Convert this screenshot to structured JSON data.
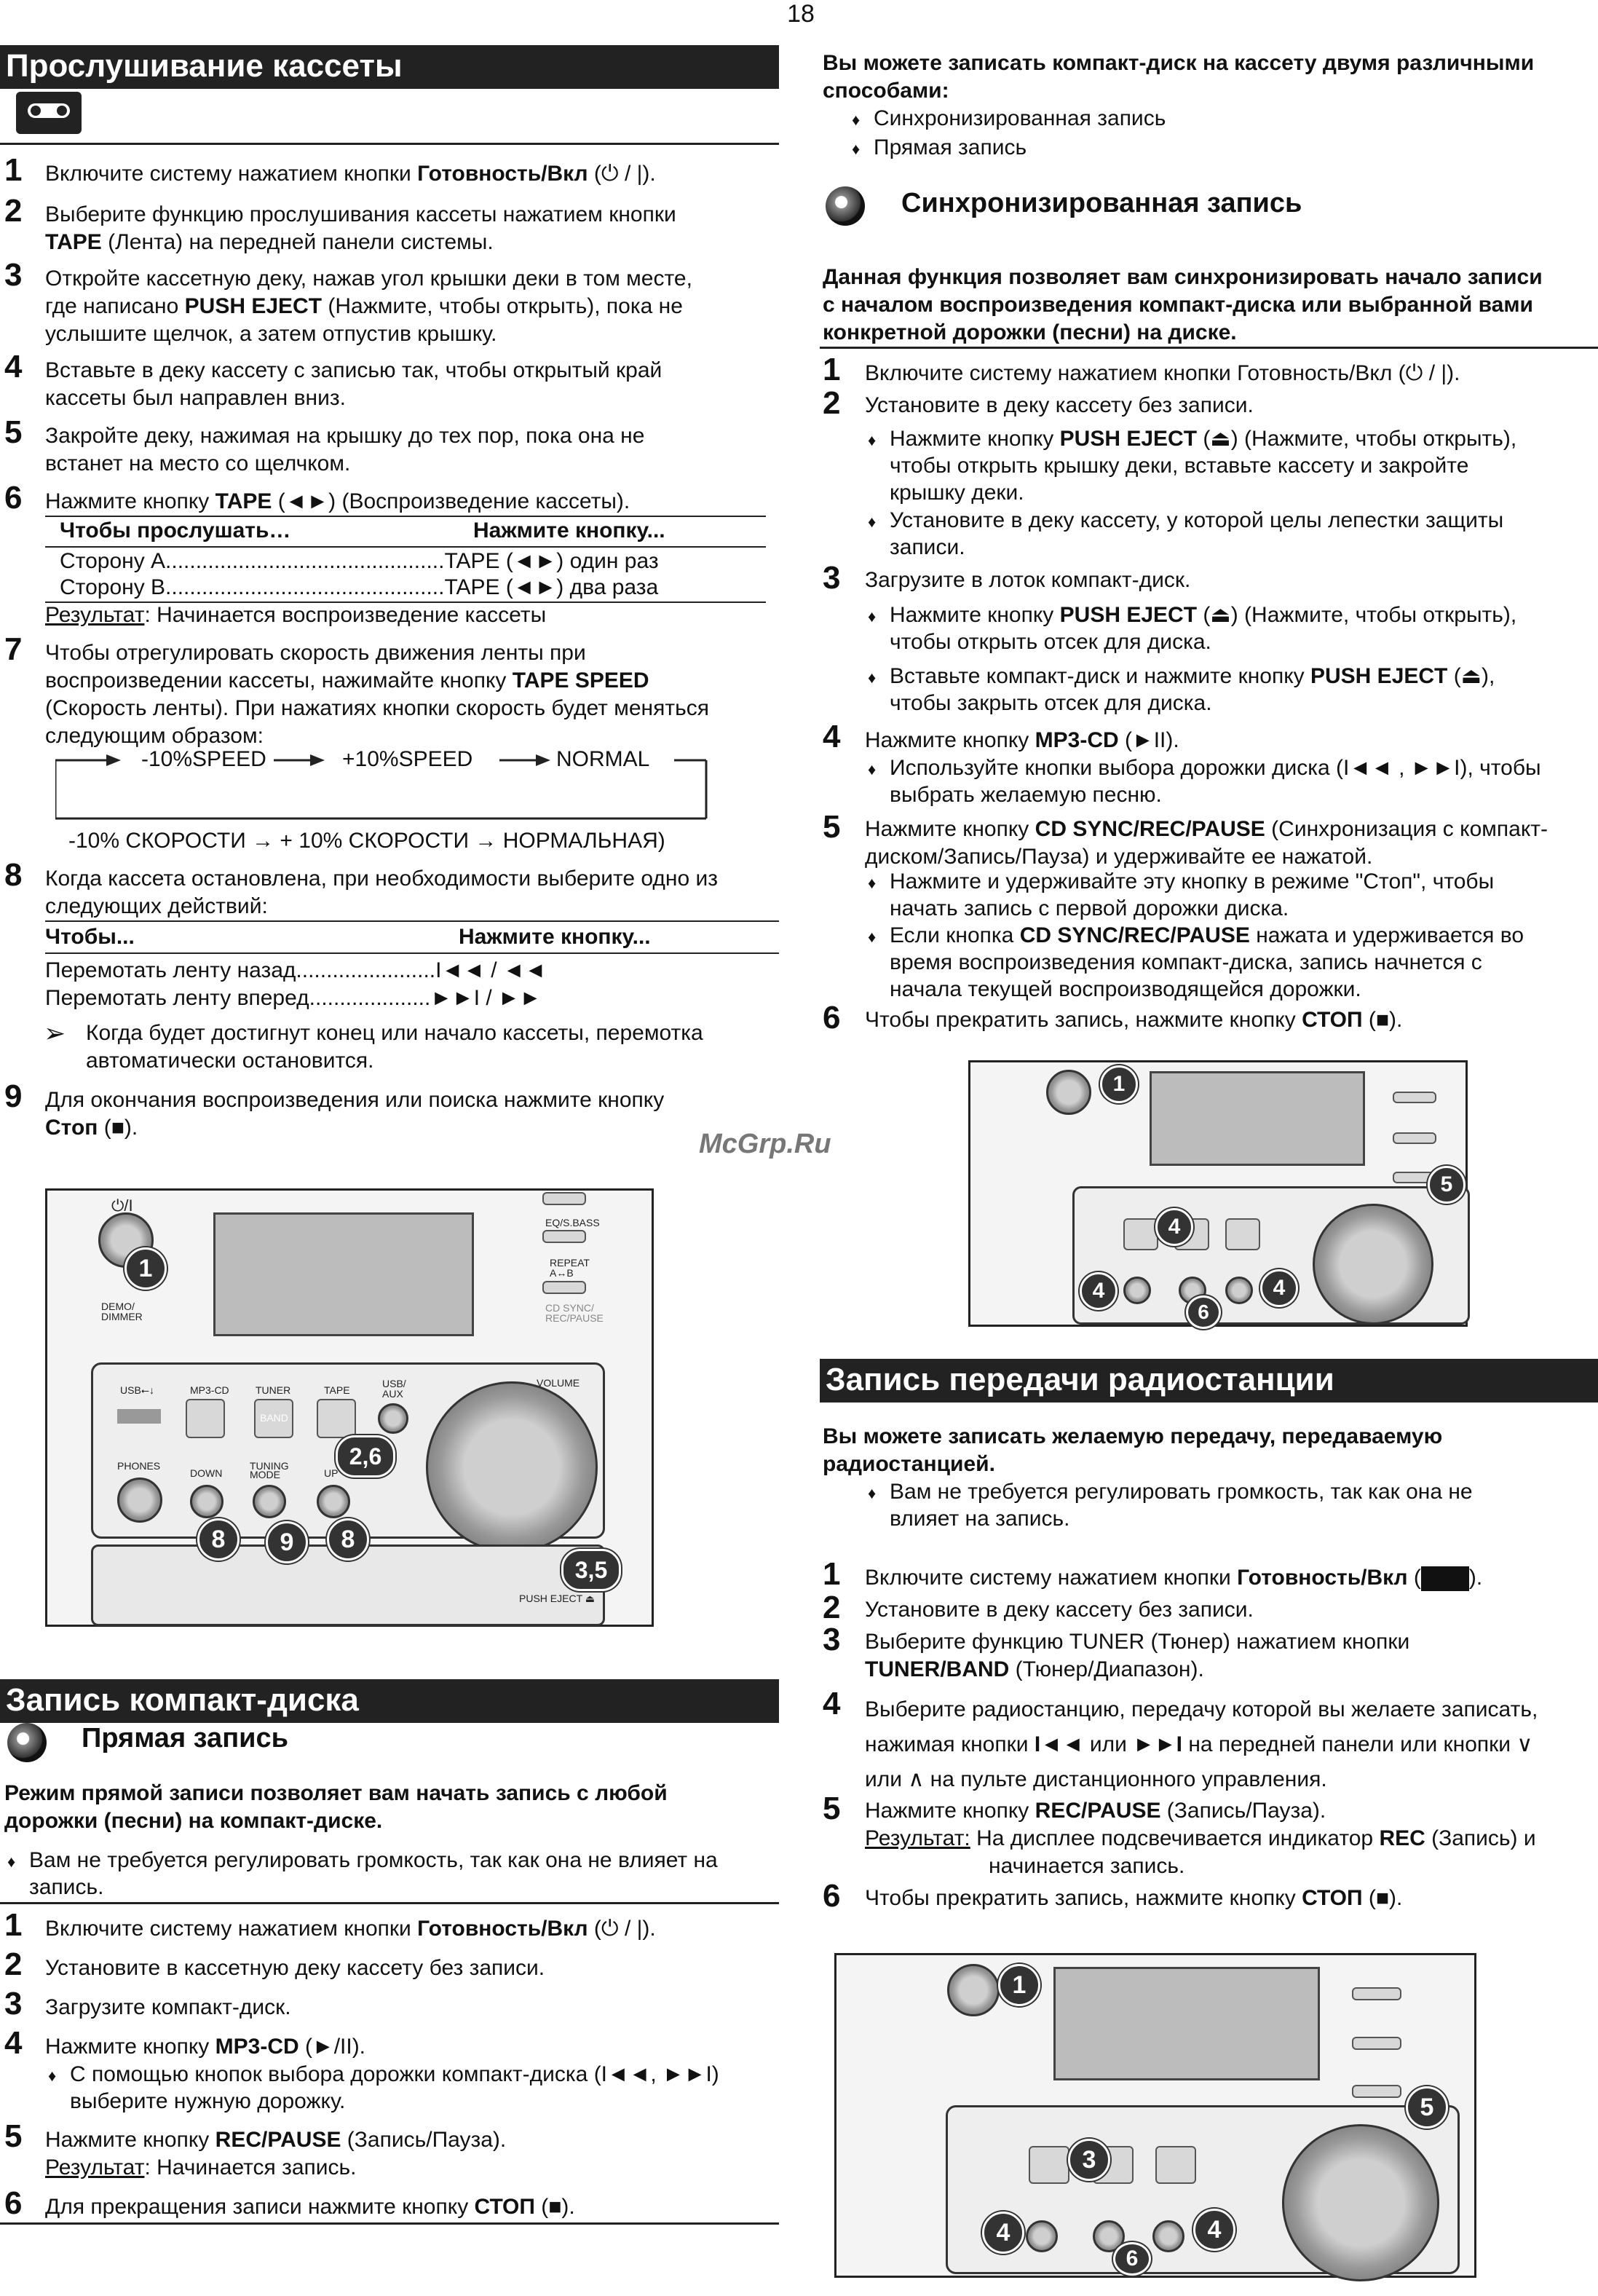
{
  "page_number": "18",
  "left": {
    "title": "Прослушивание кассеты",
    "steps": [
      {
        "n": "1",
        "text": "Включите систему нажатием кнопки ",
        "bold": "Готовность/Вкл",
        "after": " (⏻ / |)."
      },
      {
        "n": "2",
        "text": "Выберите функцию прослушивания кассеты нажатием кнопки",
        "line2_bold": "TAPE",
        "line2": " (Лента) на передней панели системы."
      },
      {
        "n": "3",
        "text": "Откройте кассетную деку, нажав угол крышки деки в том месте,",
        "line2a": "где написано ",
        "line2_bold": "PUSH EJECT",
        "line2": " (Нажмите, чтобы открыть), пока не",
        "line3": "услышите щелчок, а затем отпустив крышку."
      },
      {
        "n": "4",
        "text": "Вставьте в деку кассету с записью так, чтобы открытый край",
        "line2": "кассеты был направлен вниз."
      },
      {
        "n": "5",
        "text": "Закройте деку, нажимая на крышку до тех пор, пока она не",
        "line2": "встанет на место со щелчком."
      },
      {
        "n": "6",
        "text": "Нажмите кнопку ",
        "bold": "TAPE",
        "after": " (◄►) (Воспроизведение кассеты)."
      }
    ],
    "table1": {
      "h1": "Чтобы прослушать…",
      "h2": "Нажмите кнопку...",
      "rows": [
        "Сторону А..............................................TAPE (◄►) один раз",
        "Сторону В..............................................TAPE (◄►) два раза"
      ],
      "result_label": "Результат",
      "result": ": Начинается воспроизведение кассеты"
    },
    "step7": {
      "n": "7",
      "l1": "Чтобы отрегулировать скорость движения ленты при",
      "l2a": "воспроизведении кассеты, нажимайте кнопку ",
      "l2b": "TAPE SPEED",
      "l3": "(Скорость ленты). При нажатиях кнопки скорость будет меняться",
      "l4": "следующим образом:"
    },
    "cycle": [
      "-10%SPEED",
      "+10%SPEED",
      "NORMAL"
    ],
    "cycle_ru": "-10% СКОРОСТИ → + 10% СКОРОСТИ → НОРМАЛЬНАЯ)",
    "step8": {
      "n": "8",
      "l1": "Когда кассета остановлена, при необходимости выберите одно из",
      "l2": "следующих действий:"
    },
    "table2": {
      "h1": "Чтобы...",
      "h2": "Нажмите кнопку...",
      "rows": [
        "Перемотать ленту назад.......................I◄◄ / ◄◄",
        "Перемотать ленту вперед....................►►I / ►►"
      ],
      "note_l1": "Когда будет достигнут конец или начало кассеты, перемотка",
      "note_l2": "автоматически остановится."
    },
    "step9": {
      "n": "9",
      "l1": "Для окончания воспроизведения или поиска нажмите кнопку",
      "l2": "Стоп",
      "l2b": " (■)."
    },
    "watermark": "McGrp.Ru"
  },
  "device1": {
    "labels": {
      "power": "⏻/I",
      "demo": "DEMO/\nDIMMER",
      "eq": "EQ/S.BASS",
      "repeat": "REPEAT\nA↔B",
      "cdsync": "CD SYNC/\nREC/PAUSE",
      "usb": "USB⭠↓",
      "mp3": "MP3-CD",
      "tuner": "TUNER",
      "tape": "TAPE",
      "usbaux": "USB/\nAUX",
      "volume": "VOLUME",
      "phones": "PHONES",
      "down": "DOWN",
      "tuning": "TUNING\nMODE",
      "up": "UP",
      "band": "BAND",
      "push": "PUSH EJECT ⏏"
    },
    "callouts": [
      "1",
      "2,6",
      "8",
      "9",
      "8",
      "3,5"
    ]
  },
  "rec_cd": {
    "title": "Запись компакт-диска",
    "subtitle": "Прямая запись",
    "intro_l1": "Режим прямой записи позволяет вам начать запись с любой",
    "intro_l2": "дорожки (песни) на компакт-диске.",
    "bullet_l1": "Вам не требуется регулировать громкость, так как она не влияет на",
    "bullet_l2": "запись.",
    "steps": [
      {
        "n": "1",
        "a": "Включите систему нажатием кнопки ",
        "b": "Готовность/Вкл",
        "c": " (⏻ / |)."
      },
      {
        "n": "2",
        "a": "Установите в кассетную деку кассету без записи."
      },
      {
        "n": "3",
        "a": "Загрузите компакт-диск."
      },
      {
        "n": "4",
        "a": "Нажмите кнопку ",
        "b": "MP3-CD",
        "c": " (►/II)."
      },
      {
        "n": "5",
        "a": "Нажмите кнопку ",
        "b": "REC/PAUSE",
        "c": " (Запись/Пауза)."
      },
      {
        "n": "6",
        "a": "Для прекращения записи нажмите кнопку ",
        "b": "СТОП",
        "c": " (■)."
      }
    ],
    "step4_bullet_l1": "С помощью кнопок выбора дорожки компакт-диска (I◄◄, ►►I)",
    "step4_bullet_l2": "выберите нужную дорожку.",
    "result_label": "Результат",
    "result": ": Начинается запись."
  },
  "right": {
    "intro_l1": "Вы можете записать компакт-диск на кассету двумя различными",
    "intro_l2": "способами:",
    "ways": [
      "Синхронизированная запись",
      "Прямая запись"
    ],
    "sync_title": "Синхронизированная запись",
    "sync_intro": [
      "Данная функция позволяет вам синхронизировать начало записи",
      "с началом воспроизведения компакт-диска или выбранной вами",
      "конкретной дорожки (песни) на диске."
    ],
    "s1": {
      "n": "1",
      "a": "Включите систему нажатием кнопки Готовность/Вкл (⏻ / |)."
    },
    "s2": {
      "n": "2",
      "a": "Установите в деку кассету без записи."
    },
    "s2_b1": [
      "Нажмите кнопку ",
      "PUSH EJECT",
      " (⏏) (Нажмите, чтобы открыть),",
      "чтобы открыть крышку деки, вставьте кассету и закройте",
      "крышку деки."
    ],
    "s2_b2": [
      "Установите в деку кассету, у которой целы лепестки защиты",
      "записи."
    ],
    "s3": {
      "n": "3",
      "a": "Загрузите в лоток компакт-диск."
    },
    "s3_b1": [
      "Нажмите кнопку ",
      "PUSH EJECT",
      " (⏏) (Нажмите, чтобы открыть),",
      "чтобы открыть отсек для диска."
    ],
    "s3_b2": [
      "Вставьте компакт-диск и нажмите кнопку ",
      "PUSH EJECT",
      " (⏏),",
      "чтобы закрыть отсек для диска."
    ],
    "s4": {
      "n": "4",
      "a": "Нажмите кнопку ",
      "b": "MP3-CD",
      "c": " (►II)."
    },
    "s4_b1": [
      "Используйте кнопки выбора дорожки диска (I◄◄ , ►►I), чтобы",
      "выбрать желаемую песню."
    ],
    "s5": {
      "n": "5",
      "a": "Нажмите кнопку ",
      "b": "CD SYNC/REC/PAUSE",
      "c": " (Синхронизация с компакт-",
      "l2": "диском/Запись/Пауза) и удерживайте ее нажатой."
    },
    "s5_b1": [
      "Нажмите и удерживайте эту кнопку в режиме \"Стоп\", чтобы",
      "начать запись с первой дорожки диска."
    ],
    "s5_b2": [
      "Если кнопка ",
      "CD SYNC/REC/PAUSE",
      " нажата и удерживается во",
      "время воспроизведения компакт-диска, запись начнется с",
      "начала текущей воспроизводящейся дорожки."
    ],
    "s6": {
      "n": "6",
      "a": "Чтобы прекратить запись, нажмите кнопку ",
      "b": "СТОП",
      "c": " (■)."
    }
  },
  "device2": {
    "callouts": [
      "1",
      "5",
      "4",
      "4",
      "4",
      "6"
    ]
  },
  "radio": {
    "title": "Запись передачи радиостанции",
    "intro_l1": "Вы можете записать желаемую передачу, передаваемую",
    "intro_l2": "радиостанцией.",
    "bullet": [
      "Вам не требуется регулировать громкость, так как она не",
      "влияет на запись."
    ],
    "r1": {
      "n": "1",
      "a": "Включите систему нажатием кнопки ",
      "b": "Готовность/Вкл",
      "c": " (",
      "d": ")."
    },
    "r2": {
      "n": "2",
      "a": "Установите в деку кассету без записи."
    },
    "r3": {
      "n": "3",
      "a": "Выберите функцию TUNER (Тюнер) нажатием кнопки",
      "b": "TUNER/BAND",
      "c": " (Тюнер/Диапазон)."
    },
    "r4": {
      "n": "4",
      "l1": "Выберите радиостанцию, передачу которой вы желаете записать,",
      "l2a": "нажимая кнопки ",
      "l2b": "I◄◄",
      "l2c": " или ",
      "l2d": "►►I",
      "l2e": " на передней панели или кнопки ∨",
      "l3": "или ∧ на пульте дистанционного управления."
    },
    "r5": {
      "n": "5",
      "a": "Нажмите кнопку ",
      "b": "REC/PAUSE",
      "c": " (Запись/Пауза).",
      "res_label": "Результат:",
      "res_l1a": " На дисплее подсвечивается индикатор ",
      "res_l1b": "REC",
      "res_l1c": " (Запись) и",
      "res_l2": "начинается запись."
    },
    "r6": {
      "n": "6",
      "a": "Чтобы прекратить запись, нажмите кнопку ",
      "b": "СТОП",
      "c": " (■)."
    }
  },
  "device3": {
    "callouts": [
      "1",
      "5",
      "3",
      "4",
      "4",
      "6"
    ]
  }
}
